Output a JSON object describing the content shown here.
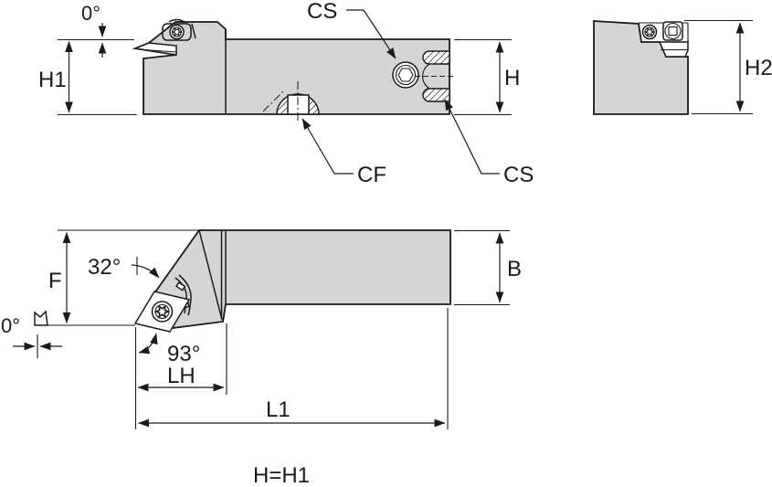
{
  "labels": {
    "angle_zero_top": "0°",
    "h1": "H1",
    "cs_top": "CS",
    "h": "H",
    "h2": "H2",
    "cf": "CF",
    "cs_bottom": "CS",
    "f": "F",
    "angle_32": "32°",
    "angle_zero_side": "0°",
    "angle_93": "93°",
    "lh": "LH",
    "b": "B",
    "l1": "L1",
    "note": "H=H1"
  },
  "colors": {
    "body_fill": "#d5d5d5",
    "line": "#1a1a1a"
  }
}
